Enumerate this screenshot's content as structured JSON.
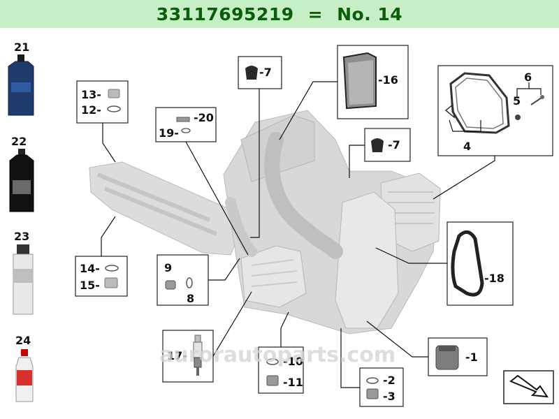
{
  "header": {
    "part_number": "33117695219",
    "separator": "=",
    "reference": "No. 14"
  },
  "watermark": "aurorautoparts.com",
  "callouts": {
    "c1": "-1",
    "c2": "-2",
    "c3": "-3",
    "c4": "4",
    "c5": "5",
    "c6": "6",
    "c7a": "-7",
    "c7b": "-7",
    "c8": "8",
    "c9": "9",
    "c10": "-10",
    "c11": "-11",
    "c12": "12-",
    "c13": "13-",
    "c14": "14-",
    "c15": "15-",
    "c16": "-16",
    "c17": "17-",
    "c18": "-18",
    "c19": "19-",
    "c20": "-20",
    "c21": "21",
    "c22": "22",
    "c23": "23",
    "c24": "24"
  },
  "colors": {
    "header_bg": "#c6efc6",
    "header_text": "#0a5d0a",
    "engine_body": "#cfcfcf",
    "oil_bottle_blue": "#1e3b6e",
    "oil_bottle_black": "#111111"
  }
}
